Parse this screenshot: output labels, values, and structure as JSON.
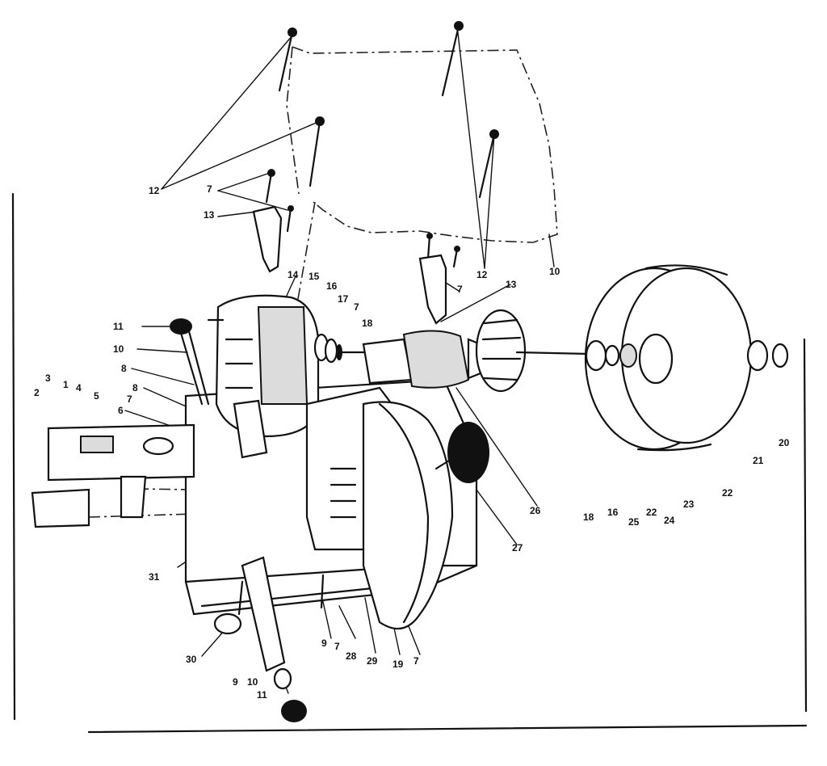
{
  "colors": {
    "ink": "#111111",
    "paper": "#ffffff"
  },
  "callouts": [
    {
      "id": "c12a",
      "text": "12"
    },
    {
      "id": "c7a",
      "text": "7"
    },
    {
      "id": "c13a",
      "text": "13"
    },
    {
      "id": "c14",
      "text": "14"
    },
    {
      "id": "c15a",
      "text": "15"
    },
    {
      "id": "c16a",
      "text": "16"
    },
    {
      "id": "c17",
      "text": "17"
    },
    {
      "id": "c7b",
      "text": "7"
    },
    {
      "id": "c18a",
      "text": "18"
    },
    {
      "id": "c11a",
      "text": "11"
    },
    {
      "id": "c10a",
      "text": "10"
    },
    {
      "id": "c8a",
      "text": "8"
    },
    {
      "id": "c8b",
      "text": "8"
    },
    {
      "id": "c7c",
      "text": "7"
    },
    {
      "id": "c6",
      "text": "6"
    },
    {
      "id": "c3",
      "text": "3"
    },
    {
      "id": "c1",
      "text": "1"
    },
    {
      "id": "c4",
      "text": "4"
    },
    {
      "id": "c5",
      "text": "5"
    },
    {
      "id": "c2",
      "text": "2"
    },
    {
      "id": "c12b",
      "text": "12"
    },
    {
      "id": "c7d",
      "text": "7"
    },
    {
      "id": "c13b",
      "text": "13"
    },
    {
      "id": "c10b",
      "text": "10"
    },
    {
      "id": "c26",
      "text": "26"
    },
    {
      "id": "c27",
      "text": "27"
    },
    {
      "id": "c18b",
      "text": "18"
    },
    {
      "id": "c16b",
      "text": "16"
    },
    {
      "id": "c25",
      "text": "25"
    },
    {
      "id": "c22a",
      "text": "22"
    },
    {
      "id": "c24",
      "text": "24"
    },
    {
      "id": "c23",
      "text": "23"
    },
    {
      "id": "c22b",
      "text": "22"
    },
    {
      "id": "c21",
      "text": "21"
    },
    {
      "id": "c20a",
      "text": "20"
    },
    {
      "id": "c31",
      "text": "31"
    },
    {
      "id": "c30",
      "text": "30"
    },
    {
      "id": "c9a",
      "text": "9"
    },
    {
      "id": "c10c",
      "text": "10"
    },
    {
      "id": "c11b",
      "text": "11"
    },
    {
      "id": "c9b",
      "text": "9"
    },
    {
      "id": "c7e",
      "text": "7"
    },
    {
      "id": "c28",
      "text": "28"
    },
    {
      "id": "c29",
      "text": "29"
    },
    {
      "id": "c19",
      "text": "19"
    },
    {
      "id": "c7f",
      "text": "7"
    }
  ]
}
